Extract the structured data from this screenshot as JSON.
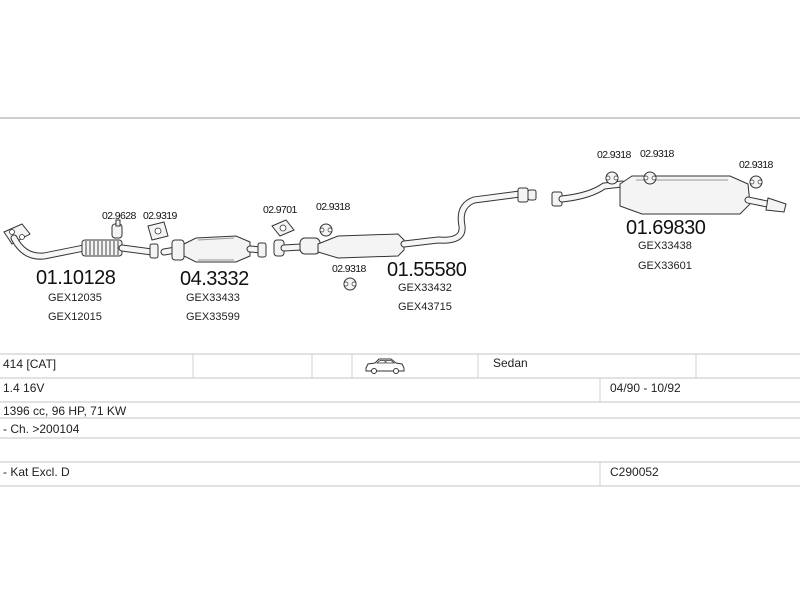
{
  "parts": {
    "part1": {
      "number": "01.10128",
      "refs": [
        "GEX12035",
        "GEX12015"
      ]
    },
    "part2": {
      "number": "04.3332",
      "refs": [
        "GEX33433",
        "GEX33599"
      ]
    },
    "part3": {
      "number": "01.55580",
      "refs": [
        "GEX33432",
        "GEX43715"
      ]
    },
    "part4": {
      "number": "01.69830",
      "refs": [
        "GEX33438",
        "GEX33601"
      ]
    }
  },
  "small_parts": {
    "clamp_a": "02.9628",
    "clamp_b": "02.9319",
    "gasket": "02.9701",
    "rubber_1": "02.9318",
    "rubber_2": "02.9318",
    "rubber_3": "02.9318",
    "rubber_4": "02.9318",
    "rubber_5": "02.9318"
  },
  "table": {
    "row1": {
      "model": "414  [CAT]",
      "body": "Sedan"
    },
    "row2": {
      "engine": "1.4 16V",
      "years": "04/90 - 10/92"
    },
    "row3": {
      "spec": "1396 cc, 96 HP, 71 KW"
    },
    "row4": {
      "chassis": "- Ch. >200104"
    },
    "row5": {
      "note": "- Kat Excl. D",
      "code": "C290052"
    }
  },
  "icons": {
    "body_type": "car-sedan-icon"
  }
}
